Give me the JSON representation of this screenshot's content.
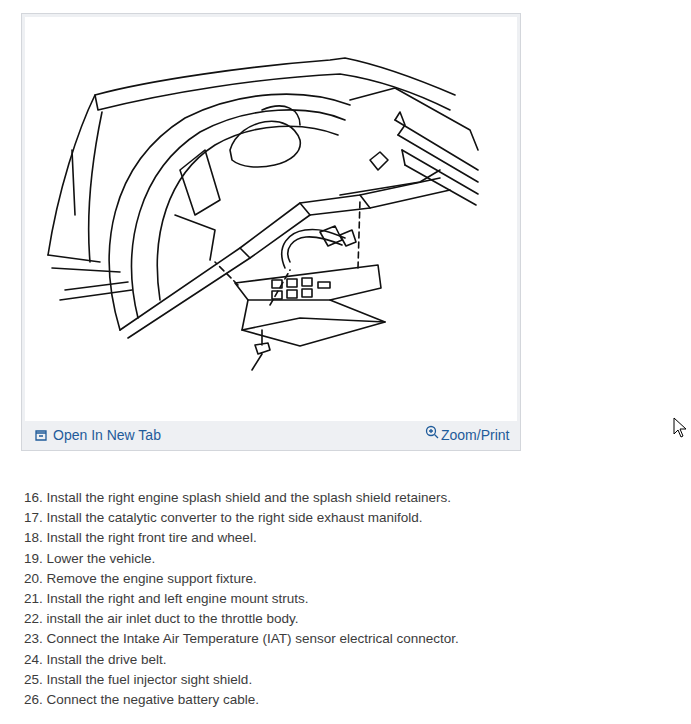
{
  "diagram": {
    "labels": [
      "Open In New Tab",
      "Zoom/Print",
      "16. Install the right engine splash shield and the splash shield retainers.",
      "17. Install the catalytic converter to the right side exhaust manifold.",
      "18. Install the right front tire and wheel.",
      "19. Lower the vehicle.",
      "20. Remove the engine support fixture.",
      "21. Install the right and left engine mount struts.",
      "22. install the air inlet duct to the throttle body.",
      "23. Connect the Intake Air Temperature (IAT) sensor electrical connector.",
      "24. Install the drive belt.",
      "25. Install the fuel injector sight shield.",
      "26. Connect the negative battery cable."
    ]
  }
}
